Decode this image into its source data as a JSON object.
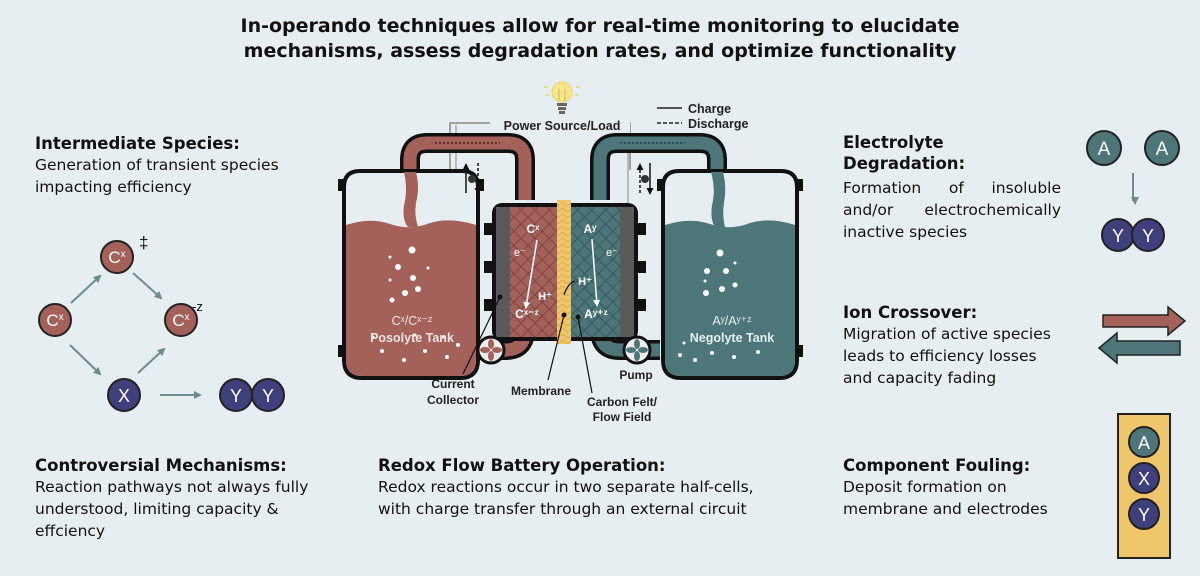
{
  "title": {
    "line1": "In-operando techniques allow for real-time monitoring to elucidate",
    "line2": "mechanisms, assess degradation rates, and optimize functionality"
  },
  "colors": {
    "background": "#e6eef2",
    "posolyte": "#a4615a",
    "negolyte": "#4d7679",
    "species_x_y": "#3f3f7c",
    "membrane": "#f0c66c",
    "collector": "#5a5a5a",
    "arrow": "#6c8c8e"
  },
  "sections": {
    "intermediate_species": {
      "heading": "Intermediate Species:",
      "body_line1": "Generation of transient species",
      "body_line2": "impacting efficiency"
    },
    "controversial_mechanisms": {
      "heading": "Controversial Mechanisms:",
      "body_line1": "Reaction pathways not always fully",
      "body_line2": "understood, limiting capacity &",
      "body_line3": "effciency"
    },
    "redox_flow_battery": {
      "heading": "Redox Flow Battery Operation:",
      "body_line1": "Redox reactions occur in two separate half-cells,",
      "body_line2": "with charge transfer through an external circuit"
    },
    "electrolyte_degradation": {
      "heading_line1": "Electrolyte",
      "heading_line2": "Degradation:",
      "body": "Formation of insoluble and/or electrochemically inactive species"
    },
    "ion_crossover": {
      "heading": "Ion Crossover:",
      "body_line1": "Migration of active species",
      "body_line2": "leads to efficiency losses",
      "body_line3": "and capacity fading"
    },
    "component_fouling": {
      "heading": "Component Fouling:",
      "body_line1": "Deposit formation on",
      "body_line2": "membrane and electrodes"
    }
  },
  "mechanism_diagram": {
    "c_base": "C",
    "c_sup": "x",
    "transition_mark": "‡",
    "reduced_mark": "-z",
    "x_label": "X",
    "y_label": "Y"
  },
  "degradation_icon": {
    "a_label": "A",
    "y_label": "Y"
  },
  "fouling_icon": {
    "labels": [
      "A",
      "X",
      "Y"
    ]
  },
  "battery": {
    "power_label": "Power Source/Load",
    "legend_charge": "Charge",
    "legend_discharge": "Discharge",
    "posolyte_species": "Cˣ/Cˣ⁻ᶻ",
    "posolyte_tank": "Posolyte Tank",
    "negolyte_species": "Aʸ/Aʸ⁺ᶻ",
    "negolyte_tank": "Negolyte Tank",
    "cell_cx": "Cˣ",
    "cell_cxz": "Cˣ⁻ᶻ",
    "cell_ay": "Aʸ",
    "cell_ayz": "Aʸ⁺ᶻ",
    "cell_e": "e⁻",
    "cell_h": "H⁺",
    "label_current_collector_1": "Current",
    "label_current_collector_2": "Collector",
    "label_membrane": "Membrane",
    "label_carbon_felt_1": "Carbon Felt/",
    "label_carbon_felt_2": "Flow Field",
    "label_pump": "Pump"
  }
}
